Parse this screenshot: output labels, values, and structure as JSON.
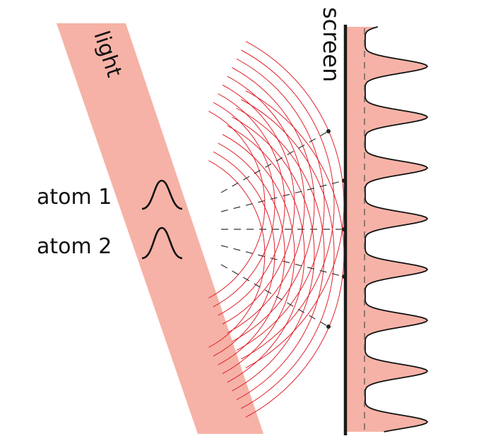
{
  "labels": {
    "light": "light",
    "screen": "screen",
    "atom1": "atom 1",
    "atom2": "atom 2"
  },
  "colors": {
    "beam": "#f6b2a6",
    "wavefront": "#e0202a",
    "screen": "#1a1a1a",
    "dash": "#333333"
  }
}
